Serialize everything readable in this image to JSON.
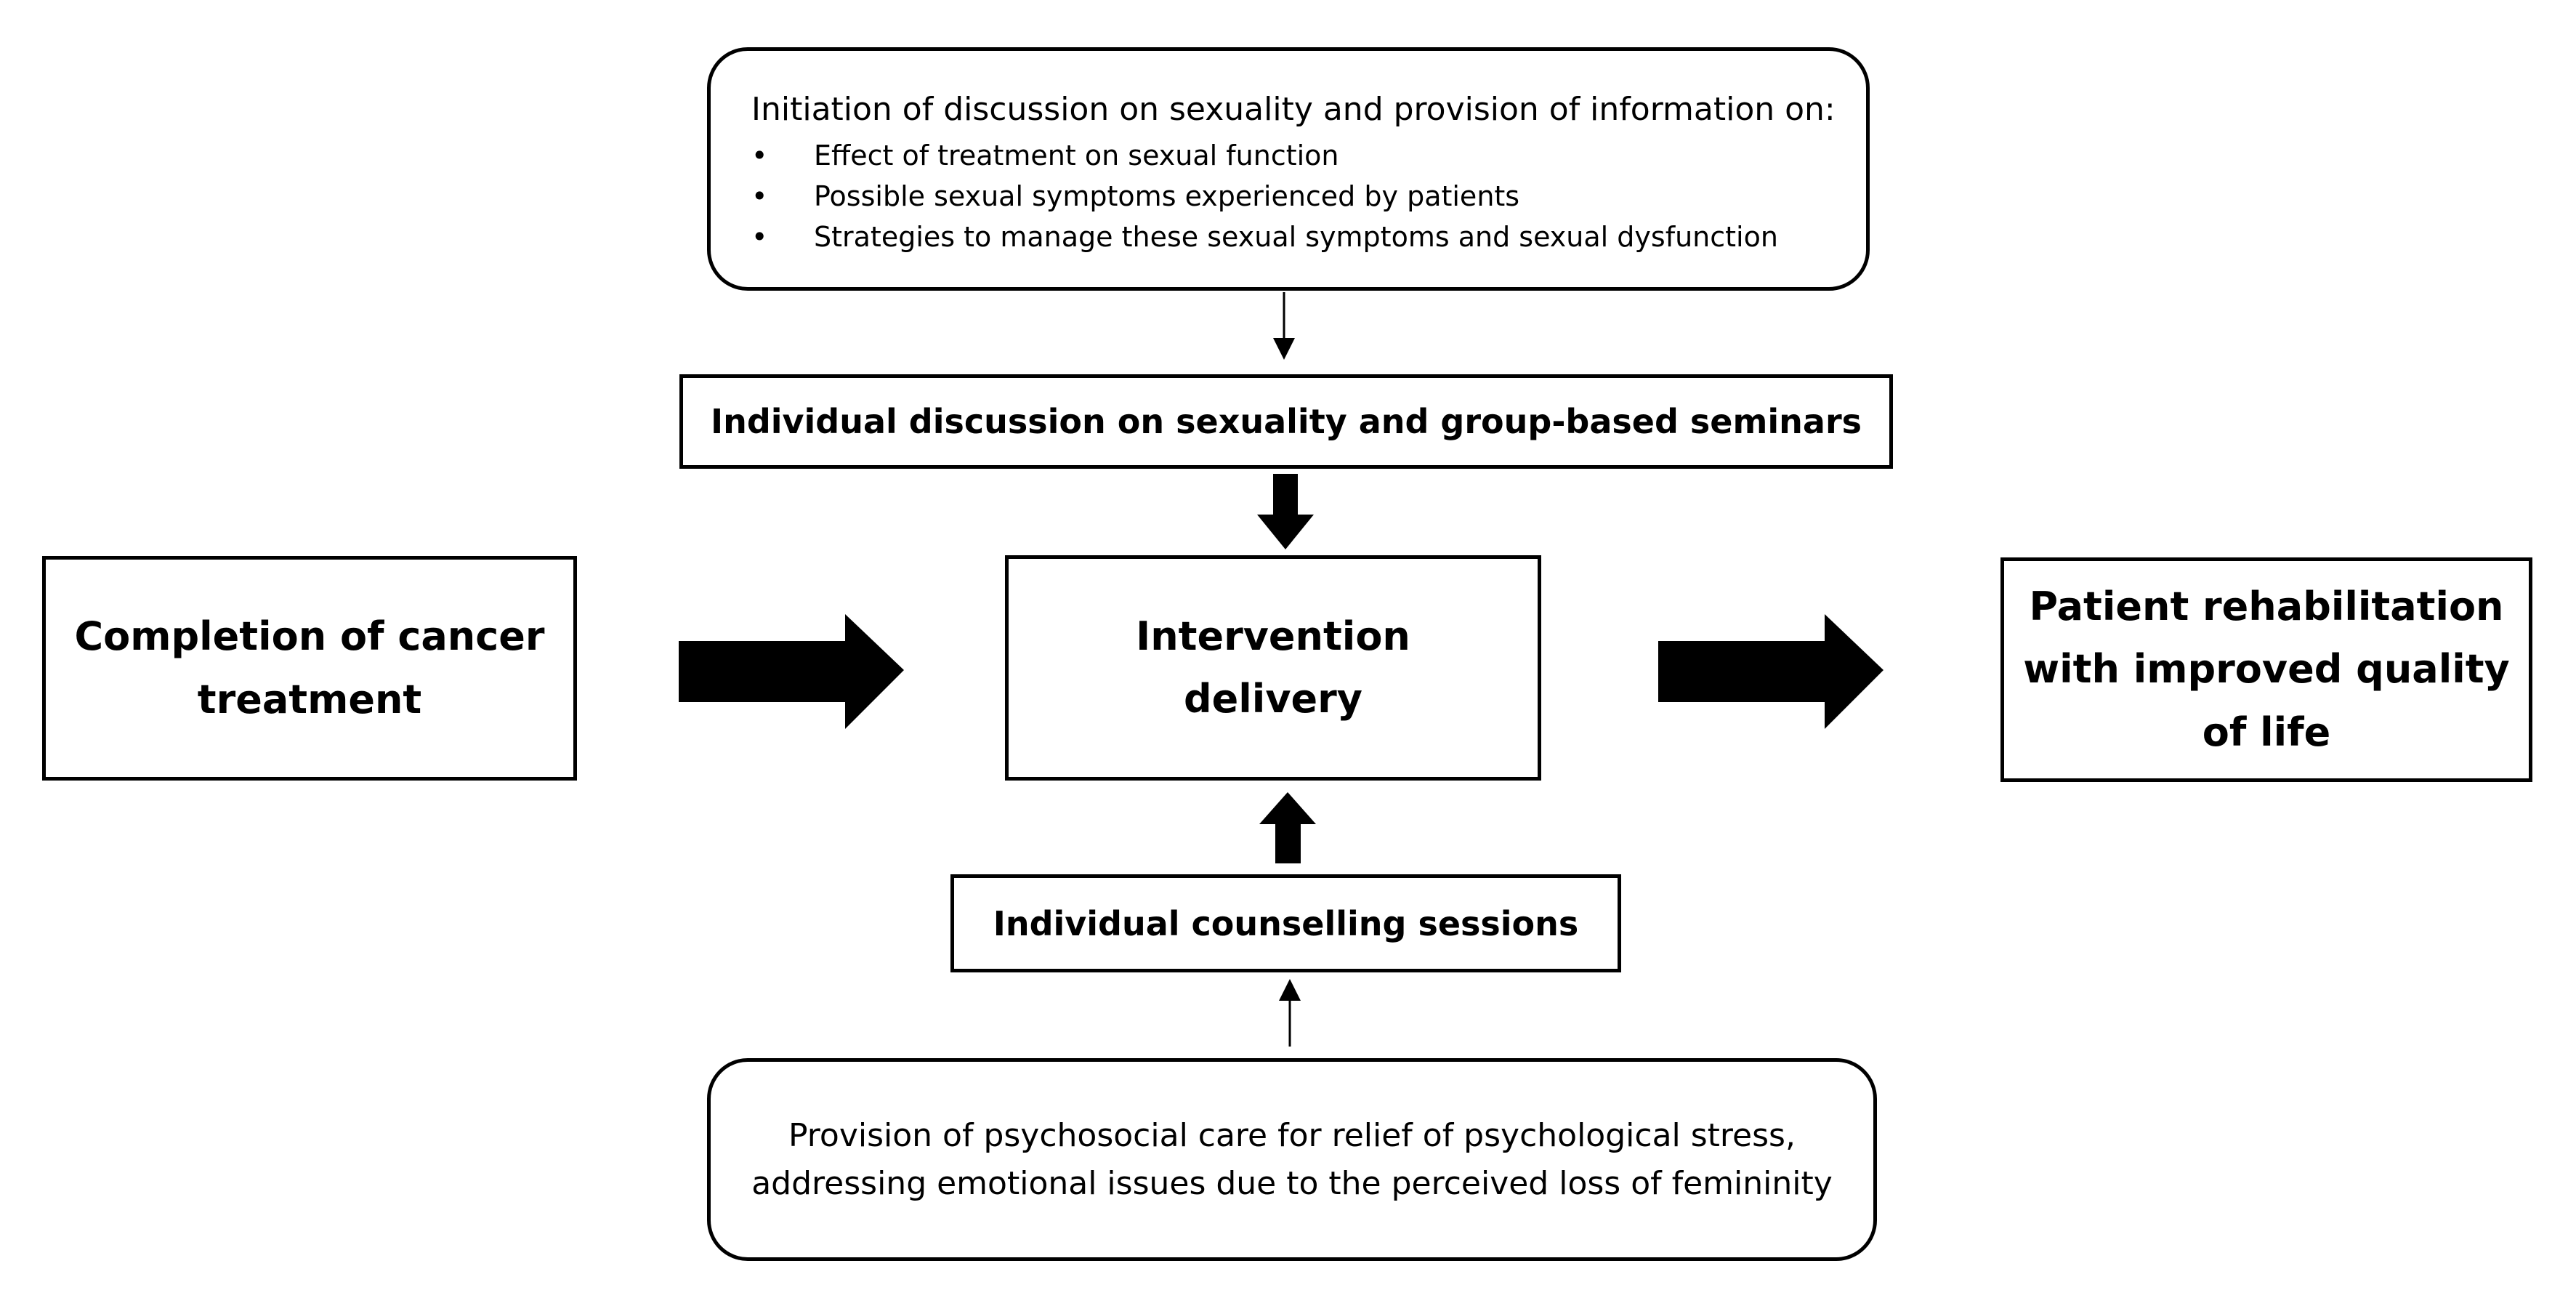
{
  "boxes": {
    "top_info": {
      "intro": "Initiation of discussion on sexuality and provision of information on:",
      "bullets": [
        "Effect of treatment on sexual function",
        "Possible sexual symptoms experienced by patients",
        "Strategies to manage these sexual symptoms and sexual dysfunction"
      ],
      "bullet_symbol": "•"
    },
    "individual_discussion": "Individual discussion on sexuality and group-based seminars",
    "completion": "Completion of cancer\ntreatment",
    "intervention": "Intervention\ndelivery",
    "rehabilitation": "Patient rehabilitation\nwith improved quality\nof life",
    "counselling": "Individual counselling sessions",
    "bottom_info": "Provision of psychosocial care for relief of psychological stress, addressing emotional issues due to the perceived loss of femininity"
  },
  "colors": {
    "stroke": "#000000",
    "fill": "#ffffff"
  }
}
